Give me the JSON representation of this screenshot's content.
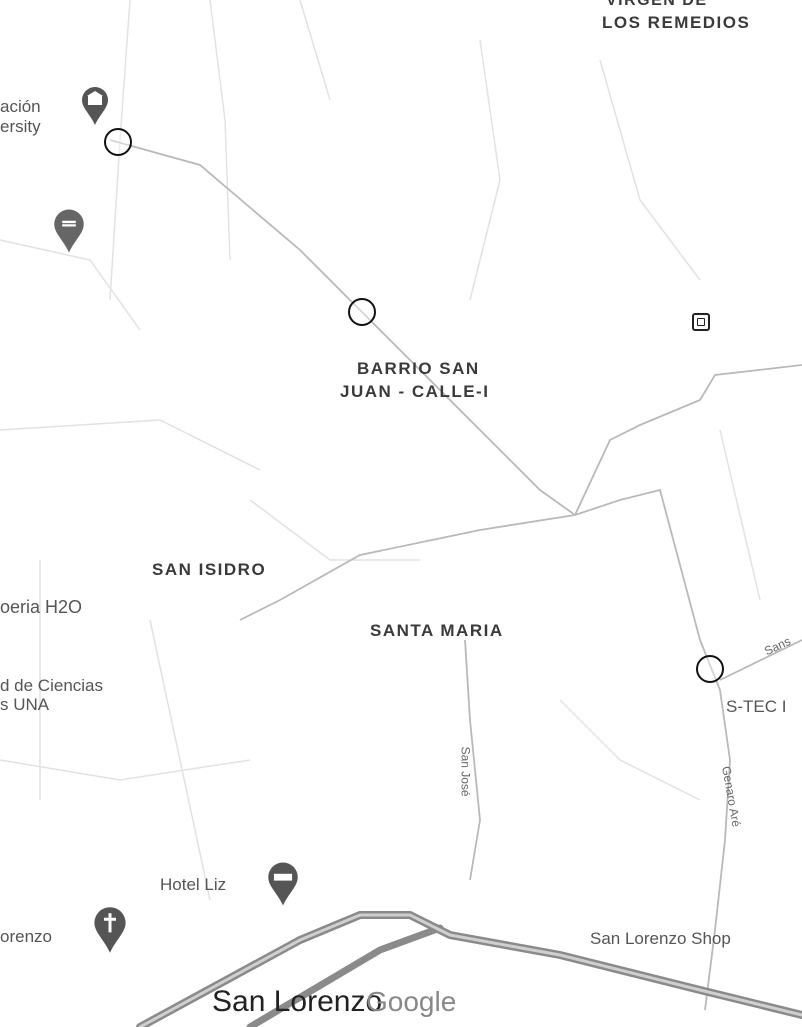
{
  "map": {
    "labels": {
      "area_remedios": "LOS REMEDIOS",
      "area_remedios_partial": "VIRGEN DE",
      "poi_university_top_1": "ación",
      "poi_university_top_2": "ersity",
      "area_barrio_1": "BARRIO SAN",
      "area_barrio_2": "JUAN - CALLE-I",
      "area_san_isidro": "SAN ISIDRO",
      "poi_h2o": "oeria H2O",
      "area_santa_maria": "SANTA MARIA",
      "poi_ciencias_1": "d de Ciencias",
      "poi_ciencias_2": "s UNA",
      "poi_stec": "S-TEC I",
      "street_san_jose": "San José",
      "street_genaro": "Genaro Aré",
      "street_right": "Sans",
      "poi_hotel": "Hotel Liz",
      "poi_lorenzo_left": "orenzo",
      "poi_shopping": "San Lorenzo Shop",
      "city": "San Lorenzo",
      "watermark": "Google"
    },
    "icons": {
      "university": "university-pin-icon",
      "restaurant": "restaurant-pin-icon",
      "hotel": "hotel-pin-icon",
      "church": "church-pin-icon",
      "station": "transit-station-icon",
      "markers": "location-circle-marker"
    }
  }
}
